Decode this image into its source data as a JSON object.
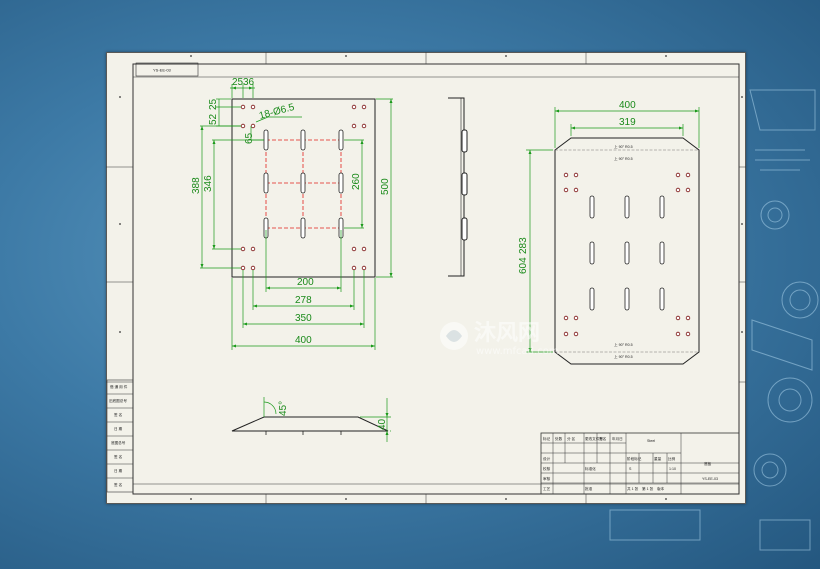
{
  "sheet": {
    "code_box": "YS-EE-03"
  },
  "front_view": {
    "dims": {
      "top_25": "25",
      "top_36": "36",
      "left_52": "52",
      "left_25": "25",
      "hole_note": "18-Ø6.5",
      "v65": "65",
      "h388": "388",
      "h346": "346",
      "v260": "260",
      "v500": "500",
      "w200": "200",
      "w278": "278",
      "w350": "350",
      "w400": "400"
    }
  },
  "flat_view": {
    "dims": {
      "w400": "400",
      "w319": "319",
      "h604": "604",
      "h283": "283"
    },
    "bend_note": "上 90° R0.5"
  },
  "bottom_view": {
    "dims": {
      "angle": "45°",
      "h40": "40"
    }
  },
  "left_table": {
    "rows": [
      "借 通 用 件",
      "旧底图总号",
      "签 名",
      "日 期",
      "底图总号",
      "签 名",
      "日 期",
      "签 名"
    ]
  },
  "title_block": {
    "top_left_headers": [
      "标记",
      "处数",
      "分 区",
      "更改文件号",
      "签名",
      "年月日"
    ],
    "left_labels": [
      "设计",
      "校核",
      "审核",
      "工艺"
    ],
    "mid_labels": [
      "标准化",
      "批准"
    ],
    "stage_headers": [
      "阶段标记",
      "重量",
      "比例"
    ],
    "material": "Steel",
    "stage_row": [
      "S",
      "1:10"
    ],
    "name": "底板",
    "drawing_no": "YS-EE-03",
    "sheet_info": [
      "共 1 张",
      "第 1 张",
      "版本"
    ]
  },
  "watermark": {
    "brand": "沐风网",
    "url": "www.mfcad.com"
  }
}
